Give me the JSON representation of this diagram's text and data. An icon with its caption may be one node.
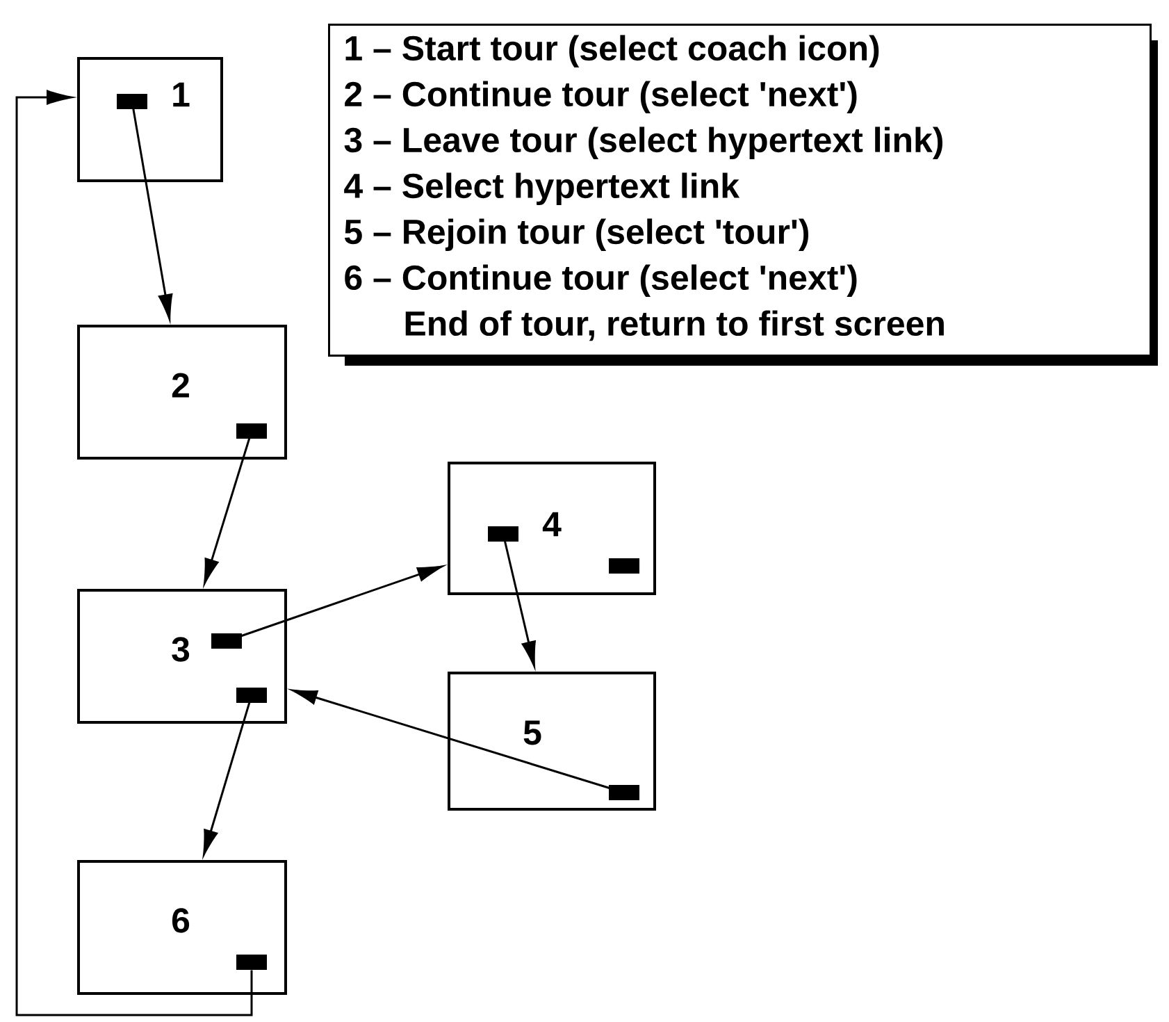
{
  "diagram": {
    "nodes": [
      {
        "text": [
          "1"
        ]
      },
      {
        "text": [],
        "shape": "bar",
        "in": 0
      },
      {
        "text": [
          "1 – Start tour (select coach icon)",
          "2 – Continue tour (select 'next')",
          "3 – Leave tour (select hypertext link)",
          "4 – Select hypertext link",
          "5 – Rejoin tour (select 'tour')",
          "6 – Continue tour (select 'next')",
          "End of tour, return to first screen"
        ]
      },
      {
        "text": [
          "2"
        ]
      },
      {
        "text": [],
        "shape": "bar",
        "in": 3
      },
      {
        "text": [
          "3"
        ]
      },
      {
        "text": [],
        "shape": "bar",
        "in": 5
      },
      {
        "text": [],
        "shape": "bar",
        "in": 5
      },
      {
        "text": [
          "4"
        ]
      },
      {
        "text": [],
        "shape": "bar",
        "in": 8
      },
      {
        "text": [],
        "shape": "bar",
        "in": 8
      },
      {
        "text": [
          "5"
        ]
      },
      {
        "text": [],
        "shape": "bar",
        "in": 11
      },
      {
        "text": [
          "6"
        ]
      },
      {
        "text": [],
        "shape": "bar",
        "in": 13
      }
    ],
    "edges": [
      {
        "from": 1,
        "to": 3,
        "arrow": "to"
      },
      {
        "from": 4,
        "to": 5,
        "arrow": "to"
      },
      {
        "from": 6,
        "to": 8,
        "arrow": "to"
      },
      {
        "from": 9,
        "to": 11,
        "arrow": "to"
      },
      {
        "from": 12,
        "to": 5,
        "arrow": "to"
      },
      {
        "from": 7,
        "to": 13,
        "arrow": "to"
      },
      {
        "from": 14,
        "to": 0,
        "arrow": "to"
      }
    ]
  }
}
